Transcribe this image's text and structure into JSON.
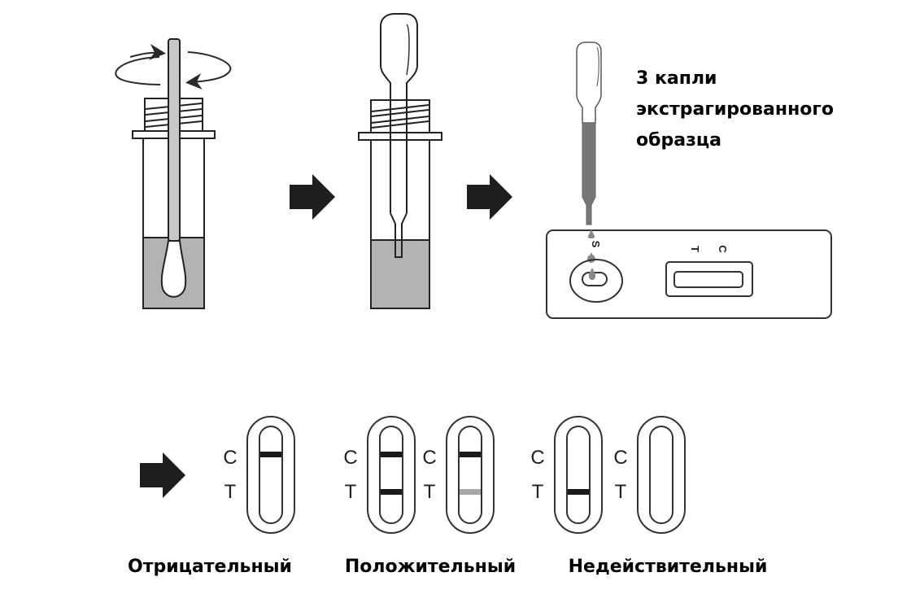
{
  "diagram": {
    "title": "Rapid antigen test procedure",
    "colors": {
      "line": "#222222",
      "liquid": "#b3b3b3",
      "sample_dark": "#777777",
      "arrow": "#1e1e1e",
      "band_strong": "#1a1a1a",
      "band_weak": "#a8a8a8"
    },
    "steps": [
      {
        "id": "step-1",
        "description": "Swab rotated in extraction tube",
        "icon": "rotate-arrows-icon"
      },
      {
        "id": "step-2",
        "description": "Dropper cap placed on extraction tube"
      },
      {
        "id": "step-3",
        "description": "Drops applied to sample well",
        "annotation": [
          "3 капли",
          "экстрагированного",
          "образца"
        ]
      }
    ],
    "cassette": {
      "sample_well_label": "S",
      "window_labels": [
        "T",
        "C"
      ]
    },
    "results": {
      "control_label": "C",
      "test_label": "T",
      "groups": [
        {
          "label": "Отрицательный",
          "strips": [
            {
              "control": "strong",
              "test": "none"
            }
          ]
        },
        {
          "label": "Положительный",
          "strips": [
            {
              "control": "strong",
              "test": "strong"
            },
            {
              "control": "strong",
              "test": "weak"
            }
          ]
        },
        {
          "label": "Недействительный",
          "strips": [
            {
              "control": "none",
              "test": "strong"
            },
            {
              "control": "none",
              "test": "none"
            }
          ]
        }
      ]
    }
  }
}
